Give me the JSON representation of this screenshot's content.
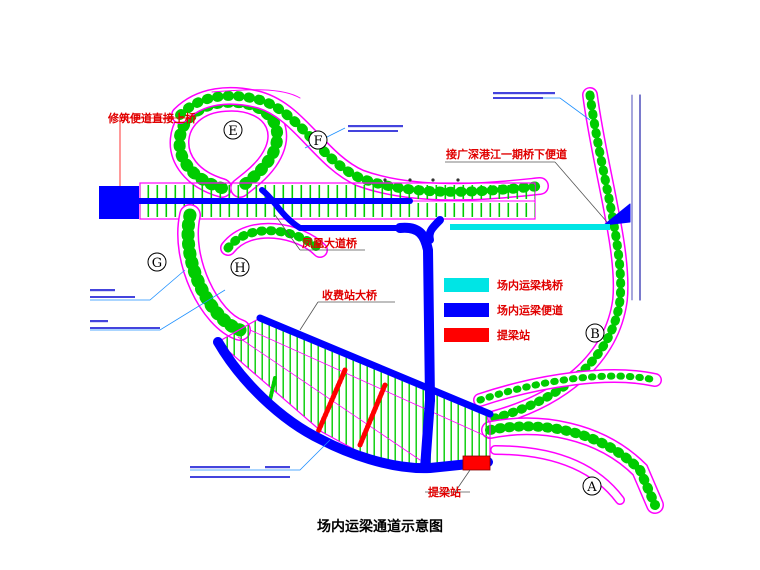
{
  "caption": "场内运梁通道示意图",
  "labels": {
    "bridge_access": "修筑便道直接上桥",
    "connect_road": "接广深港江一期桥下便道",
    "fenghuang_bridge": "凤凰大道桥",
    "toll_bridge": "收费站大桥",
    "beam_lift_station": "提梁站"
  },
  "legend": [
    {
      "label": "场内运梁栈桥",
      "color": "#00e5e5"
    },
    {
      "label": "场内运梁便道",
      "color": "#0000ff"
    },
    {
      "label": "提梁站",
      "color": "#ff0000"
    }
  ],
  "ramps": [
    "E",
    "F",
    "G",
    "H",
    "B",
    "A"
  ],
  "colors": {
    "road_edge": "#ff00ff",
    "tick": "#00cc00",
    "haul_road": "#0000ff",
    "trestle": "#00e5e5",
    "station": "#ff0000",
    "leader": "#1e90ff"
  }
}
